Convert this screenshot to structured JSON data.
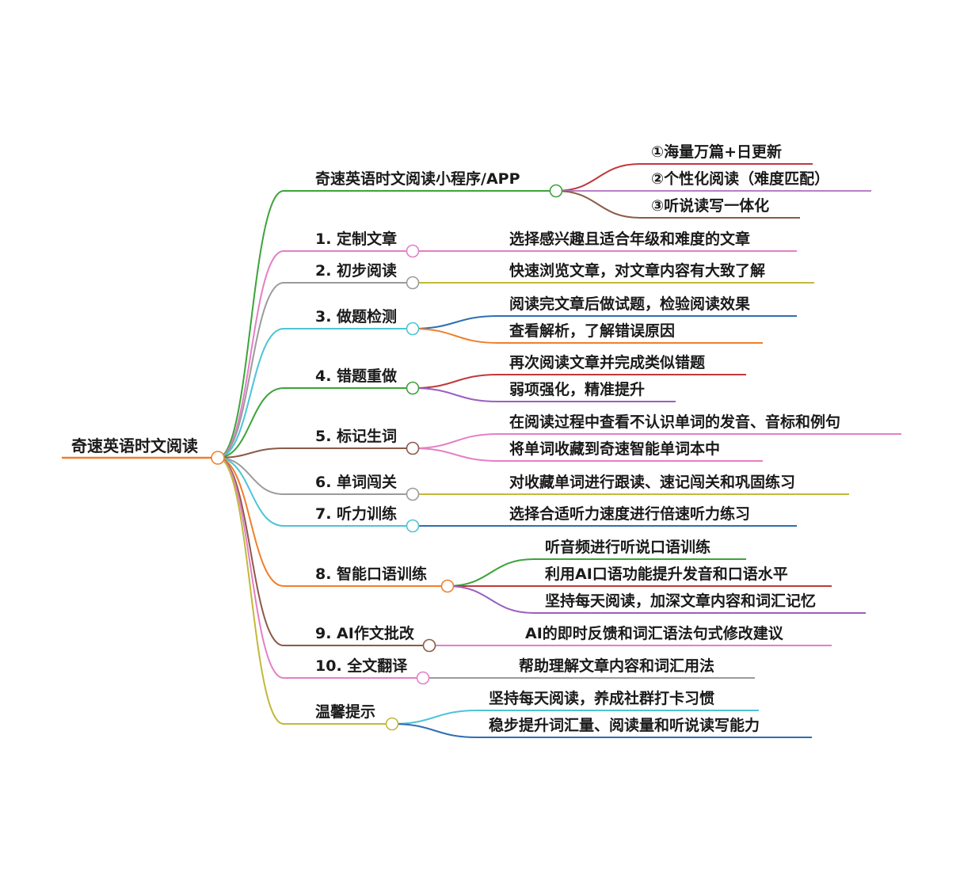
{
  "root": {
    "label": "奇速英语时文阅读",
    "color": "#f07f2a"
  },
  "branches": [
    {
      "label": "奇速英语时文阅读小程序/APP",
      "color": "#3da33a",
      "children": [
        {
          "label": "①海量万篇+日更新",
          "color": "#c0393b"
        },
        {
          "label": "②个性化阅读（难度匹配）",
          "color": "#b77fc6"
        },
        {
          "label": "③听说读写一体化",
          "color": "#8b5a48"
        }
      ]
    },
    {
      "label": "1. 定制文章",
      "color": "#e47fc6",
      "children": [
        {
          "label": "选择感兴趣且适合年级和难度的文章",
          "color": "#e47fc6"
        }
      ]
    },
    {
      "label": "2. 初步阅读",
      "color": "#9b9b9b",
      "children": [
        {
          "label": "快速浏览文章，对文章内容有大致了解",
          "color": "#c2b93a"
        }
      ]
    },
    {
      "label": "3. 做题检测",
      "color": "#4fc3d6",
      "children": [
        {
          "label": "阅读完文章后做试题，检验阅读效果",
          "color": "#2f6eb3"
        },
        {
          "label": "查看解析，了解错误原因",
          "color": "#f07f2a"
        }
      ]
    },
    {
      "label": "4. 错题重做",
      "color": "#3da33a",
      "children": [
        {
          "label": "再次阅读文章并完成类似错题",
          "color": "#c0393b"
        },
        {
          "label": "弱项强化，精准提升",
          "color": "#9a5fc0"
        }
      ]
    },
    {
      "label": "5. 标记生词",
      "color": "#8b5a48",
      "children": [
        {
          "label": "在阅读过程中查看不认识单词的发音、音标和例句",
          "color": "#e47fc6"
        },
        {
          "label": "将单词收藏到奇速智能单词本中",
          "color": "#e47fc6"
        }
      ]
    },
    {
      "label": "6. 单词闯关",
      "color": "#9b9b9b",
      "children": [
        {
          "label": "对收藏单词进行跟读、速记闯关和巩固练习",
          "color": "#c2b93a"
        }
      ]
    },
    {
      "label": "7. 听力训练",
      "color": "#4fc3d6",
      "children": [
        {
          "label": "选择合适听力速度进行倍速听力练习",
          "color": "#2f6eb3"
        }
      ]
    },
    {
      "label": "8. 智能口语训练",
      "color": "#f07f2a",
      "children": [
        {
          "label": "听音频进行听说口语训练",
          "color": "#3da33a"
        },
        {
          "label": "利用AI口语功能提升发音和口语水平",
          "color": "#c0393b"
        },
        {
          "label": "坚持每天阅读，加深文章内容和词汇记忆",
          "color": "#9a5fc0"
        }
      ]
    },
    {
      "label": "9. AI作文批改",
      "color": "#8b5a48",
      "children": [
        {
          "label": "AI的即时反馈和词汇语法句式修改建议",
          "color": "#e47fc6"
        }
      ]
    },
    {
      "label": "10. 全文翻译",
      "color": "#e47fc6",
      "children": [
        {
          "label": "帮助理解文章内容和词汇用法",
          "color": "#9b9b9b"
        }
      ]
    },
    {
      "label": "温馨提示",
      "color": "#c2b93a",
      "children": [
        {
          "label": "坚持每天阅读，养成社群打卡习惯",
          "color": "#4fc3d6"
        },
        {
          "label": "稳步提升词汇量、阅读量和听说读写能力",
          "color": "#2f6eb3"
        }
      ]
    }
  ]
}
